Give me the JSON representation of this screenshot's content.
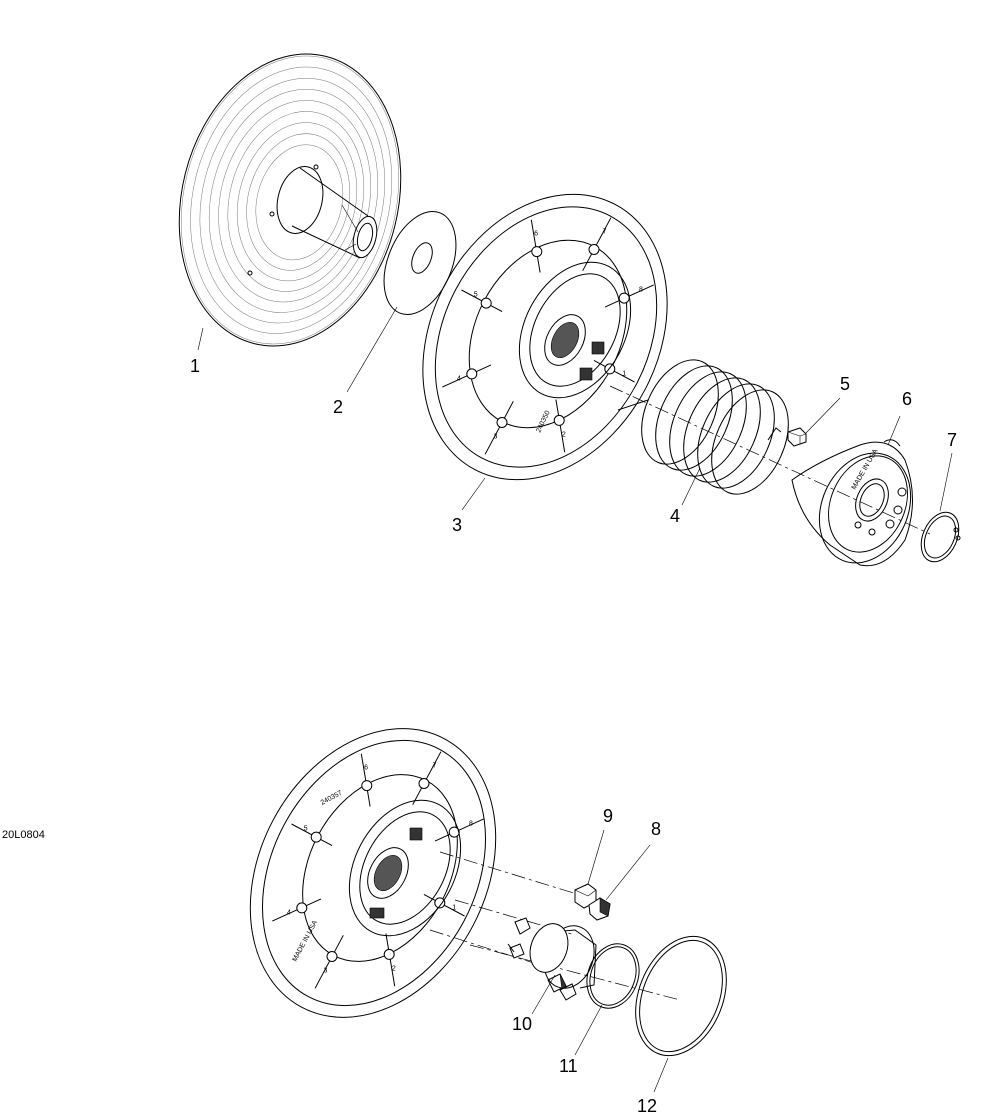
{
  "drawing_code": "20L0804",
  "callouts": {
    "c1": "1",
    "c2": "2",
    "c3": "3",
    "c4": "4",
    "c5": "5",
    "c6": "6",
    "c7": "7",
    "c8": "8",
    "c9": "9",
    "c10": "10",
    "c11": "11",
    "c12": "12"
  },
  "stamps": {
    "sheave_top": "240350",
    "sheave_bottom": "240357",
    "cover": "MADE IN USA",
    "sheave_bottom_mark": "MADE IN USA"
  },
  "ramp_numbers": [
    "1",
    "2",
    "3",
    "4",
    "5",
    "6",
    "7",
    "8"
  ]
}
